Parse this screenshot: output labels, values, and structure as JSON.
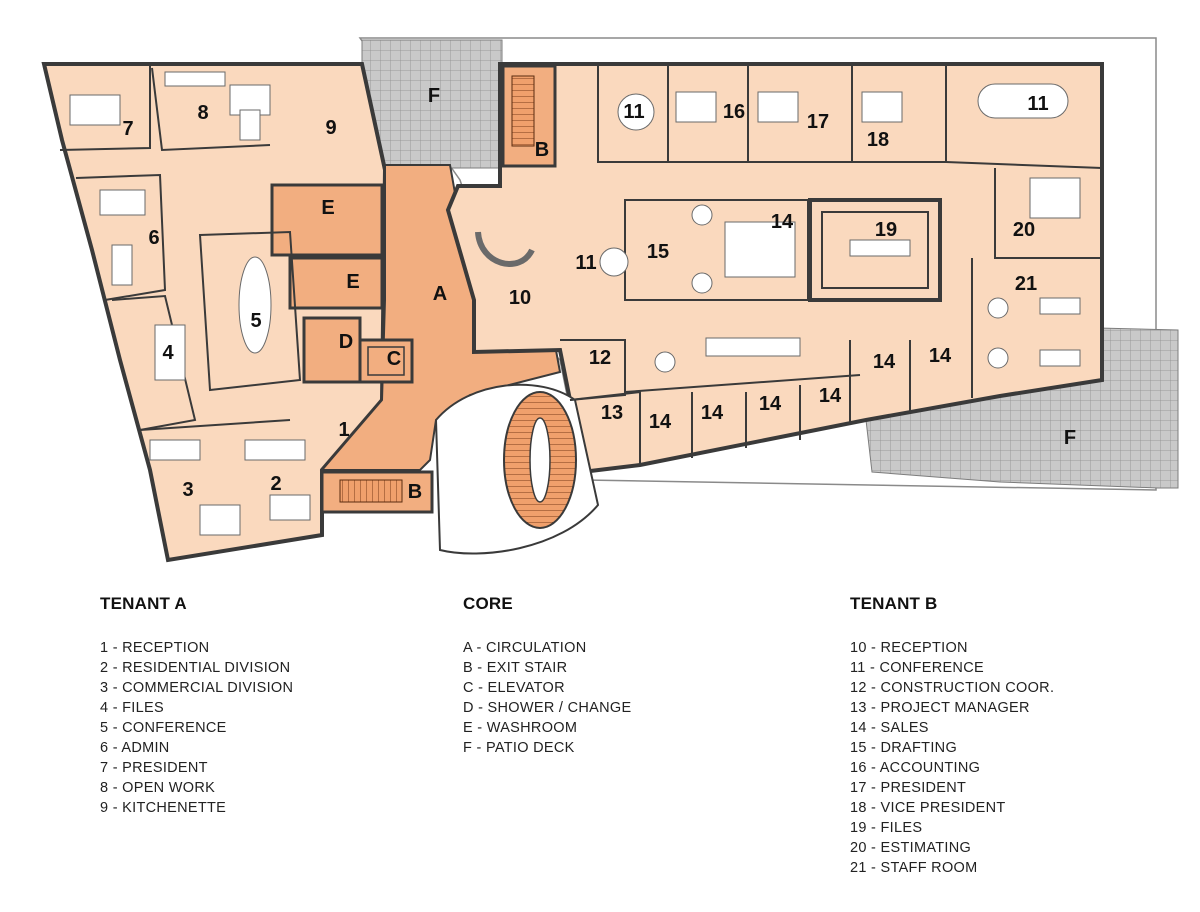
{
  "colors": {
    "room_fill": "#f9d9bf",
    "core_fill": "#f2ad7f",
    "wall": "#3a3a3a",
    "deck_fill": "#c8c8c8",
    "furniture": "#ffffff"
  },
  "plan_labels": {
    "t1": "1",
    "t2": "2",
    "t3": "3",
    "t4": "4",
    "t5": "5",
    "t6": "6",
    "t7": "7",
    "t8": "8",
    "t9": "9",
    "A": "A",
    "B_top": "B",
    "B_bottom": "B",
    "C": "C",
    "D": "D",
    "E_top": "E",
    "E_bottom": "E",
    "F_top": "F",
    "F_right": "F",
    "t10": "10",
    "t11_a": "11",
    "t11_b": "11",
    "t11_c": "11",
    "t12": "12",
    "t13": "13",
    "t14_a": "14",
    "t14_b": "14",
    "t14_c": "14",
    "t14_d": "14",
    "t14_e": "14",
    "t14_f": "14",
    "t14_g": "14",
    "t15": "15",
    "t16": "16",
    "t17": "17",
    "t18": "18",
    "t19": "19",
    "t20": "20",
    "t21": "21"
  },
  "legend": {
    "tenant_a": {
      "title": "TENANT A",
      "items": [
        "1 - RECEPTION",
        "2 - RESIDENTIAL DIVISION",
        "3 - COMMERCIAL DIVISION",
        "4 - FILES",
        "5 - CONFERENCE",
        "6 - ADMIN",
        "7 - PRESIDENT",
        "8 - OPEN WORK",
        "9 - KITCHENETTE"
      ]
    },
    "core": {
      "title": "CORE",
      "items": [
        "A - CIRCULATION",
        "B - EXIT STAIR",
        "C - ELEVATOR",
        "D - SHOWER / CHANGE",
        "E - WASHROOM",
        "F - PATIO DECK"
      ]
    },
    "tenant_b": {
      "title": "TENANT B",
      "items": [
        "10 - RECEPTION",
        "11 - CONFERENCE",
        "12 - CONSTRUCTION COOR.",
        "13 - PROJECT MANAGER",
        "14 - SALES",
        "15 - DRAFTING",
        "16 - ACCOUNTING",
        "17 - PRESIDENT",
        "18 - VICE PRESIDENT",
        "19 - FILES",
        "20 - ESTIMATING",
        "21 - STAFF ROOM"
      ]
    }
  }
}
